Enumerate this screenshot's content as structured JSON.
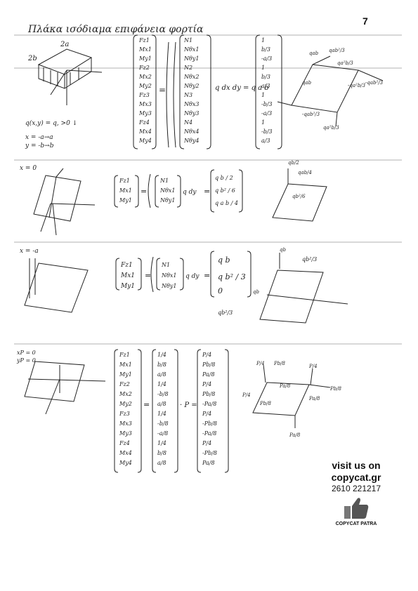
{
  "page": {
    "number": "7"
  },
  "heading": "Πλάκα ισόδιαμα επιφάνεια φορτία",
  "section1": {
    "dims": {
      "a": "2a",
      "b": "2b"
    },
    "load": "q(x,y) = q, >0 ↓",
    "limits": [
      "x = -a→a",
      "y = -b→b"
    ],
    "forces": [
      "Fz1",
      "Mx1",
      "My1",
      "Fz2",
      "Mx2",
      "My2",
      "Fz3",
      "Mx3",
      "My3",
      "Fz4",
      "Mx4",
      "My4"
    ],
    "shapes": [
      "N1",
      "Nθx1",
      "Nθy1",
      "N2",
      "Nθx2",
      "Nθy2",
      "N3",
      "Nθx3",
      "Nθy3",
      "N4",
      "Nθx4",
      "Nθy4"
    ],
    "integral": "q dx dy = q a b",
    "result": [
      "1",
      "b/3",
      "-a/3",
      "1",
      "b/3",
      "a/3",
      "1",
      "-b/3",
      "-a/3",
      "1",
      "-b/3",
      "a/3"
    ],
    "fig_labels": [
      "qab",
      "qab²/3",
      "qa²b/3",
      "-qa²b/3",
      "-qab²/3",
      "qa²b/3",
      "qab",
      "-qab²/3"
    ]
  },
  "section2": {
    "cond": "x = 0",
    "forces": [
      "Fz1",
      "Mx1",
      "My1"
    ],
    "shapes": [
      "N1",
      "Nθx1",
      "Nθy1"
    ],
    "integral": "q dy",
    "result": [
      "q b / 2",
      "q b² / 6",
      "q a b / 4"
    ],
    "fig_labels": [
      "qb/2",
      "qab/4",
      "qb²/6"
    ]
  },
  "section3": {
    "cond": "x = -a",
    "forces": [
      "Fz1",
      "Mx1",
      "My1"
    ],
    "shapes": [
      "N1",
      "Nθx1",
      "Nθy1"
    ],
    "integral": "q dy",
    "result": [
      "q b",
      "q b² / 3",
      "0"
    ],
    "fig_labels": [
      "qb",
      "qb²/3",
      "qb",
      "qb²/3"
    ]
  },
  "section4": {
    "cond": [
      "xP = 0",
      "yP = 0"
    ],
    "forces": [
      "Fz1",
      "Mx1",
      "My1",
      "Fz2",
      "Mx2",
      "My2",
      "Fz3",
      "Mx3",
      "My3",
      "Fz4",
      "Mx4",
      "My4"
    ],
    "shapes": [
      "1/4",
      "b/8",
      "a/8",
      "1/4",
      "-b/8",
      "a/8",
      "1/4",
      "-b/8",
      "-a/8",
      "1/4",
      "b/8",
      "a/8"
    ],
    "result": [
      "P/4",
      "Pb/8",
      "Pa/8",
      "P/4",
      "Pb/8",
      "-Pa/8",
      "P/4",
      "-Pb/8",
      "-Pa/8",
      "P/4",
      "-Pb/8",
      "Pa/8"
    ],
    "fig_labels": [
      "P/4",
      "Pb/8",
      "P/4",
      "Pb/8",
      "Pa/8",
      "Pa/8",
      "P/4",
      "Pb/8",
      "Pa/8"
    ]
  },
  "ad": {
    "line1": "visit us on",
    "line2": "copycat.gr",
    "phone": "2610 221217",
    "brand": "COPYCAT PATRA"
  }
}
